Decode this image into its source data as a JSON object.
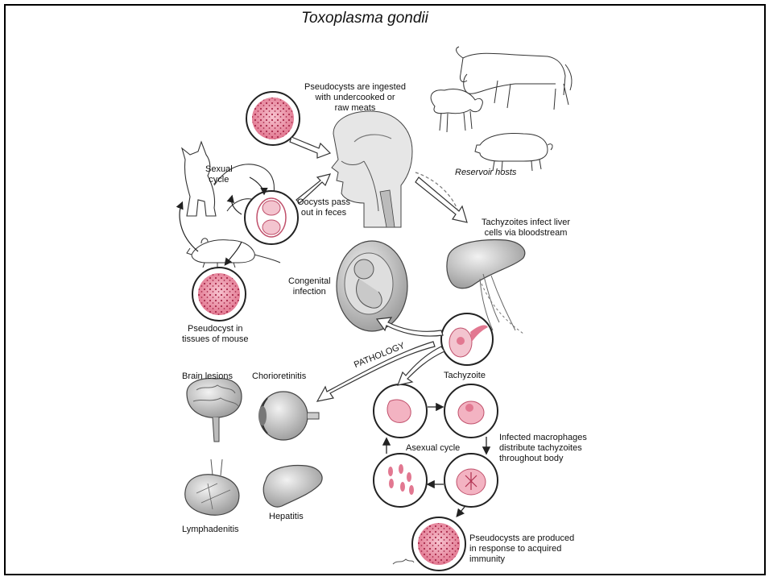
{
  "title": "Toxoplasma gondii",
  "labels": {
    "pseudocysts_ingested": [
      "Pseudocysts are ingested",
      "with undercooked or",
      "raw meats"
    ],
    "reservoir_hosts": "Reservoir hosts",
    "sexual_cycle": [
      "Sexual",
      "cycle"
    ],
    "oocysts": [
      "Oocysts pass",
      "out in feces"
    ],
    "tachyzoites_infect": [
      "Tachyzoites infect liver",
      "cells via bloodstream"
    ],
    "congenital": [
      "Congenital",
      "infection"
    ],
    "pseudocyst_mouse": [
      "Pseudocyst in",
      "tissues of mouse"
    ],
    "pathology": "PATHOLOGY",
    "tachyzoite": "Tachyzoite",
    "brain_lesions": "Brain lesions",
    "chorioretinitis": "Chorioretinitis",
    "asexual_cycle": "Asexual cycle",
    "infected_macrophages": [
      "Infected macrophages",
      "distribute tachyzoites",
      "throughout body"
    ],
    "lymphadenitis": "Lymphadenitis",
    "hepatitis": "Hepatitis",
    "pseudocysts_produced": [
      "Pseudocysts are produced",
      "in response to acquired",
      "immunity"
    ]
  },
  "colors": {
    "cyst_fill": "#e8829a",
    "cyst_dot": "#b0304f",
    "organ_fill": "#d9d9d9",
    "line": "#222222"
  }
}
